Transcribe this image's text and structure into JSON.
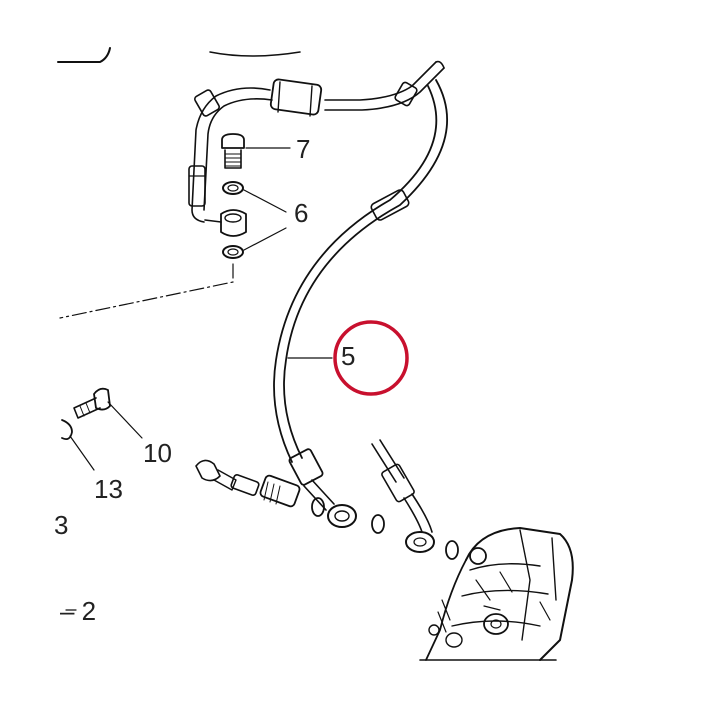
{
  "diagram": {
    "callouts": {
      "c7": "7",
      "c6": "6",
      "c5": "5",
      "c10": "10",
      "c13": "13",
      "c3_partial": "3",
      "c2": "– 2"
    },
    "highlight_color": "#c8102e",
    "line_color": "#111111",
    "highlighted_callout": "5"
  }
}
